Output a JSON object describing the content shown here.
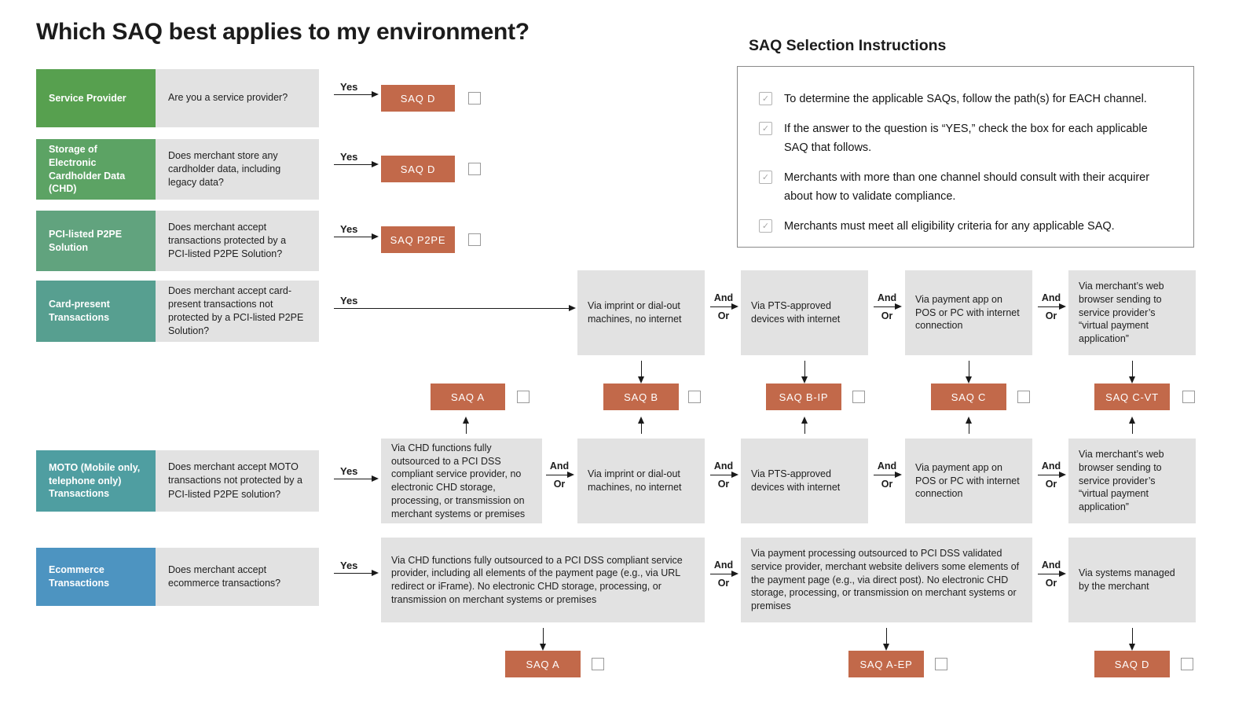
{
  "title": "Which SAQ best applies to my environment?",
  "yes_label": "Yes",
  "connector": {
    "and": "And",
    "or": "Or"
  },
  "instructions": {
    "title": "SAQ Selection Instructions",
    "check_glyph": "✓",
    "items": [
      "To determine the applicable SAQs, follow the path(s) for EACH channel.",
      "If the answer to the question is “YES,” check the box for each applicable SAQ that follows.",
      "Merchants with more than one channel should consult with their acquirer about how to validate compliance.",
      "Merchants must meet all eligibility criteria for any applicable SAQ."
    ]
  },
  "rows": [
    {
      "label": "Service Provider",
      "question": "Are you a service provider?",
      "saq": "SAQ D"
    },
    {
      "label": "Storage of Electronic Cardholder Data (CHD)",
      "question": "Does merchant store any cardholder data, including legacy data?",
      "saq": "SAQ D"
    },
    {
      "label": "PCI-listed P2PE Solution",
      "question": "Does merchant accept transactions protected by a PCI-listed P2PE Solution?",
      "saq": "SAQ P2PE"
    },
    {
      "label": "Card-present Transactions",
      "question": "Does merchant accept card-present transactions not protected by a PCI-listed P2PE Solution?"
    },
    {
      "label": "MOTO (Mobile only, telephone only) Transactions",
      "question": "Does merchant accept MOTO transactions not protected by a PCI-listed P2PE solution?"
    },
    {
      "label": "Ecommerce Transactions",
      "question": "Does merchant accept ecommerce transactions?"
    }
  ],
  "flow": {
    "card_present": [
      "Via imprint or dial-out machines, no internet",
      "Via PTS-approved devices with internet",
      "Via payment app on POS or PC with internet connection",
      "Via merchant’s web browser sending to service provider’s “virtual payment application”"
    ],
    "moto": [
      "Via CHD functions fully outsourced to a PCI DSS compliant service provider, no electronic CHD storage, processing, or transmission on merchant systems or premises",
      "Via imprint or dial-out machines, no internet",
      "Via PTS-approved devices with internet",
      "Via payment app on POS or PC with internet connection",
      "Via merchant’s web browser sending to service provider’s “virtual payment application”"
    ],
    "ecommerce": [
      "Via CHD functions fully outsourced to a PCI DSS compliant service provider, including all elements of the payment page (e.g., via URL redirect or iFrame). No electronic CHD storage, processing, or transmission on merchant systems or premises",
      "Via payment processing outsourced to PCI DSS validated service provider, merchant website delivers some elements of the payment page (e.g., via direct post). No electronic CHD storage, processing, or transmission on merchant systems or premises",
      "Via systems managed by the merchant"
    ]
  },
  "mid_saqs": [
    "SAQ A",
    "SAQ B",
    "SAQ B-IP",
    "SAQ C",
    "SAQ C-VT"
  ],
  "bottom_saqs": [
    "SAQ A",
    "SAQ A-EP",
    "SAQ D"
  ],
  "colors": {
    "saq_box": "#c2694a",
    "row_labels": [
      "#57a04f",
      "#5ca364",
      "#61a37e",
      "#579f90",
      "#4f9ea1",
      "#4d94c1"
    ],
    "gray_box": "#e2e2e2"
  }
}
